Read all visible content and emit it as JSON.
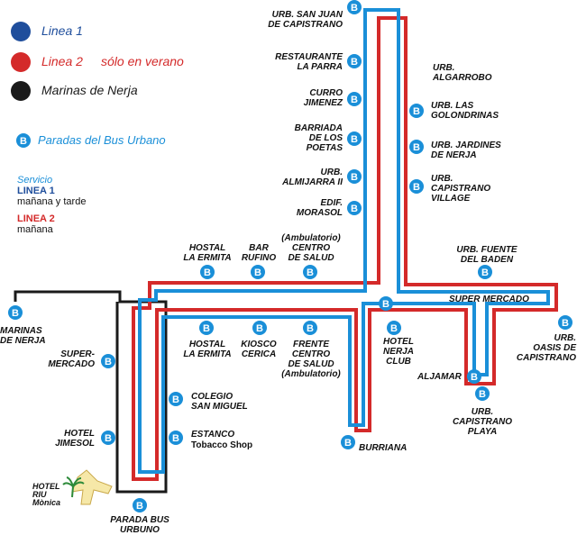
{
  "legend": {
    "linea1": "Linea 1",
    "linea2": "Linea 2",
    "linea2_note": "sólo en verano",
    "marinas": "Marinas de Nerja",
    "paradas": "Paradas del Bus Urbano",
    "servicio": "Servicio",
    "linea1_caps": "LINEA 1",
    "linea1_schedule": "mañana y tarde",
    "linea2_caps": "LINEA 2",
    "linea2_schedule": "mañana"
  },
  "colors": {
    "linea1": "#1a8fd8",
    "linea2": "#d42a2a",
    "marinas": "#1a1a1a",
    "legend_linea1": "#1f4e9c",
    "bus_stop": "#1a8fd8"
  },
  "bus_stop_icon": "B",
  "stops": {
    "urb_san_juan": "URB. SAN JUAN\nDE CAPISTRANO",
    "restaurante_parra": "RESTAURANTE\nLA PARRA",
    "curro_jimenez": "CURRO\nJIMENEZ",
    "barriada_poetas": "BARRIADA\nDE LOS\nPOETAS",
    "urb_almijarra": "URB.\nALMIJARRA II",
    "edif_morasol": "EDIF.\nMORASOL",
    "urb_algarrobo": "URB.\nALGARROBO",
    "urb_golondrinas": "URB. LAS\nGOLONDRINAS",
    "urb_jardines": "URB. JARDINES\nDE NERJA",
    "urb_capistrano_village": "URB.\nCAPISTRANO\nVILLAGE",
    "urb_fuente_baden": "URB. FUENTE\nDEL BADEN",
    "super_mercado": "SUPER MERCADO",
    "hostal_ermita_top": "HOSTAL\nLA ERMITA",
    "bar_rufino": "BAR\nRUFINO",
    "centro_salud_top": "(Ambulatorio)\nCENTRO\nDE SALUD",
    "marinas_nerja": "MARINAS\nDE NERJA",
    "hostal_ermita_bottom": "HOSTAL\nLA ERMITA",
    "kiosco_cerica": "KIOSCO\nCERICA",
    "frente_centro_salud": "FRENTE\nCENTRO\nDE SALUD\n(Ambulatorio)",
    "hotel_nerja_club": "HOTEL\nNERJA\nCLUB",
    "aljamar": "ALJAMAR",
    "urb_oasis": "URB.\nOASIS DE\nCAPISTRANO",
    "urb_capistrano_playa": "URB.\nCAPISTRANO\nPLAYA",
    "supermercado_left": "SUPER-\nMERCADO",
    "hotel_jimesol": "HOTEL\nJIMESOL",
    "colegio": "COLEGIO\nSAN MIGUEL",
    "estanco": "ESTANCO",
    "tobacco_shop": "Tobacco Shop",
    "burriana": "BURRIANA",
    "parada_bus": "PARADA BUS\nURBUNO",
    "hotel_riu": "HOTEL\nRIU\nMònica"
  }
}
